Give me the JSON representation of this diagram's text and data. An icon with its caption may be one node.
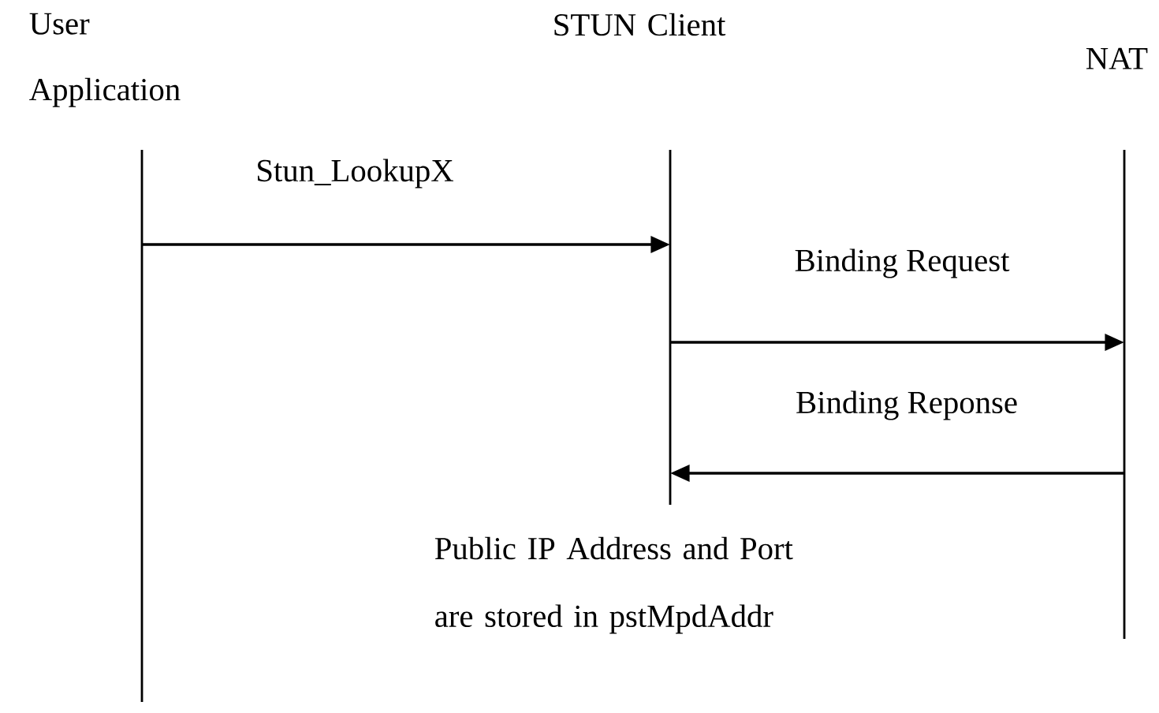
{
  "diagram": {
    "nodes": [
      {
        "text": [
          "User Application"
        ]
      },
      {
        "text": [
          "STUN Client"
        ]
      },
      {
        "text": [
          "NAT"
        ]
      }
    ],
    "edges": [
      {
        "from": 0,
        "to": 1,
        "arrow": "to",
        "label": "Stun_LookupX"
      },
      {
        "from": 1,
        "to": 2,
        "arrow": "to",
        "label": "Binding Request"
      },
      {
        "from": 2,
        "to": 1,
        "arrow": "to",
        "label": "Binding Reponse"
      }
    ],
    "labels": [
      "Public IP Address and Port are stored in pstMpdAddr"
    ]
  }
}
